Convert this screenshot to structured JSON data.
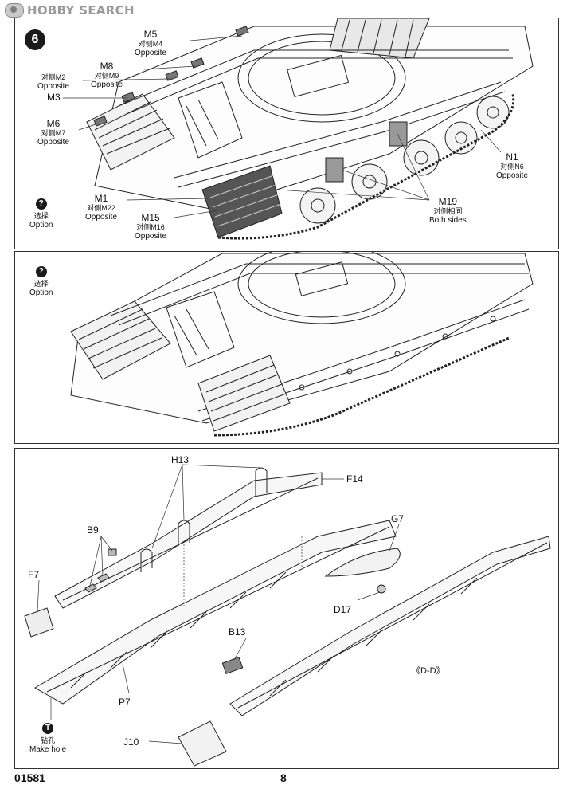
{
  "watermark": {
    "text": "HOBBY SEARCH",
    "icon": "hobby-search-logo"
  },
  "step": {
    "number": "6"
  },
  "option_icon": "?",
  "option_label_cn": "选择",
  "option_label_en": "Option",
  "panel1": {
    "labels": {
      "m5": {
        "part": "M5",
        "cn": "对侧M4",
        "en": "Opposite"
      },
      "m8": {
        "part": "M8",
        "cn": "对侧M9",
        "en": "Opposite"
      },
      "m2": {
        "cn": "对侧M2",
        "en": "Opposite"
      },
      "m3": {
        "part": "M3"
      },
      "m6": {
        "part": "M6",
        "cn": "对侧M7",
        "en": "Opposite"
      },
      "m1": {
        "part": "M1",
        "cn": "对侧M22",
        "en": "Opposite"
      },
      "m15": {
        "part": "M15",
        "cn": "对侧M16",
        "en": "Opposite"
      },
      "n1": {
        "part": "N1",
        "cn": "对侧N6",
        "en": "Opposite"
      },
      "m19": {
        "part": "M19",
        "cn": "对侧相同",
        "en": "Both sides"
      }
    }
  },
  "panel3": {
    "labels": {
      "h13": "H13",
      "f14": "F14",
      "b9": "B9",
      "g7": "G7",
      "f7": "F7",
      "d17": "D17",
      "b13": "B13",
      "p7": "P7",
      "j10": "J10"
    },
    "section": "《D-D》",
    "hole_icon": "T",
    "hole_cn": "钻孔",
    "hole_en": "Make hole"
  },
  "footer": {
    "code": "01581",
    "page": "8"
  }
}
